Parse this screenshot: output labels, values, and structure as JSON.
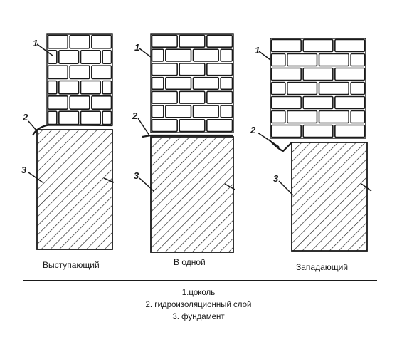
{
  "colors": {
    "ink": "#1a1a1a",
    "paper": "#ffffff"
  },
  "columns": [
    {
      "caption": "Выступающий",
      "label_brick": "1",
      "label_layer": "2",
      "label_foundation": "3"
    },
    {
      "caption": "В одной",
      "label_brick": "1",
      "label_layer": "2",
      "label_foundation": "3"
    },
    {
      "caption": "Западающий",
      "label_brick": "1",
      "label_layer": "2",
      "label_foundation": "3"
    }
  ],
  "legend": {
    "line1": "1.цоколь",
    "line2": "2. гидроизоляционный слой",
    "line3": "3. фундамент"
  }
}
